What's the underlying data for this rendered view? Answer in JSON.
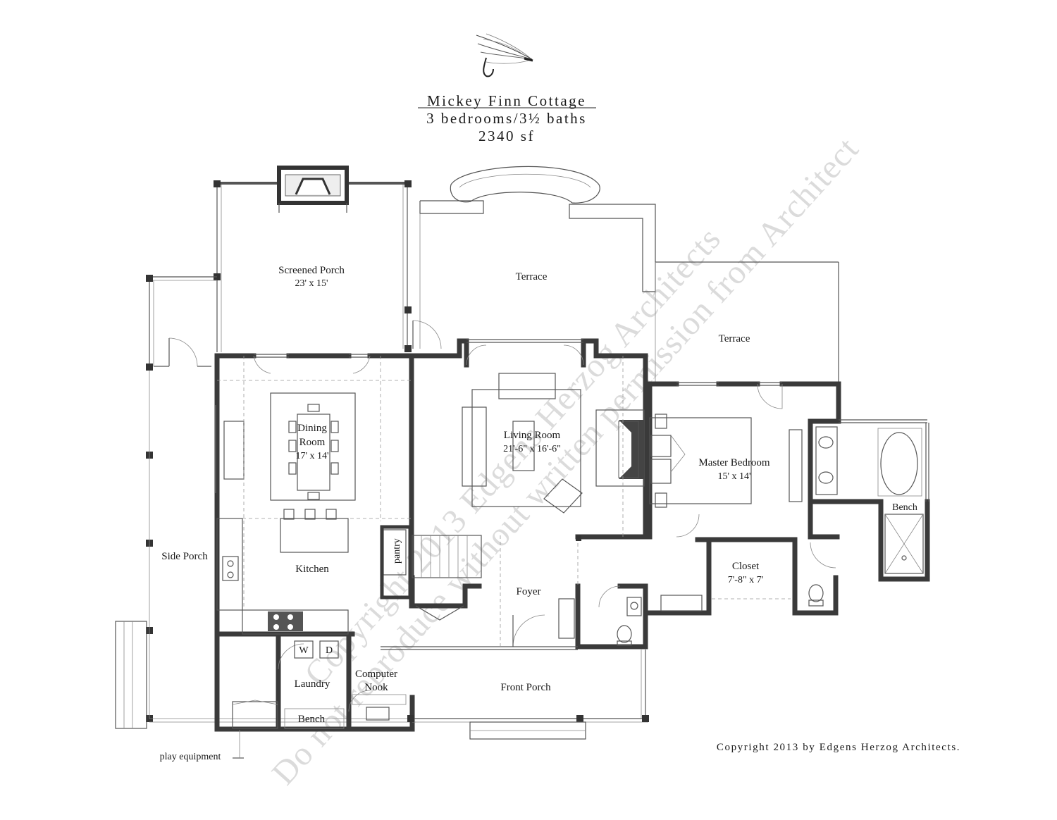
{
  "header": {
    "title": "Mickey Finn Cottage",
    "subtitle": "3 bedrooms/3½ baths",
    "area": "2340 sf"
  },
  "rooms": {
    "screened_porch": {
      "name": "Screened Porch",
      "dims": "23' x 15'"
    },
    "terrace_upper": {
      "name": "Terrace"
    },
    "terrace_right": {
      "name": "Terrace"
    },
    "dining_room": {
      "name_line1": "Dining",
      "name_line2": "Room",
      "dims": "17' x 14'"
    },
    "living_room": {
      "name": "Living Room",
      "dims": "21'-6\" x 16'-6\""
    },
    "master_bedroom": {
      "name": "Master Bedroom",
      "dims": "15' x 14'"
    },
    "bench_bath": {
      "name": "Bench"
    },
    "side_porch": {
      "name": "Side Porch"
    },
    "kitchen": {
      "name": "Kitchen"
    },
    "pantry": {
      "name": "pantry"
    },
    "foyer": {
      "name": "Foyer"
    },
    "closet": {
      "name": "Closet",
      "dims": "7'-8\" x 7'"
    },
    "laundry": {
      "name": "Laundry"
    },
    "computer_nook": {
      "name_line1": "Computer",
      "name_line2": "Nook"
    },
    "front_porch": {
      "name": "Front Porch"
    },
    "bench_laundry": {
      "name": "Bench"
    }
  },
  "appliances": {
    "washer": "W",
    "dryer": "D"
  },
  "annotations": {
    "play_equipment": "play equipment"
  },
  "watermark": {
    "line1": "Copyright 2013 Edgens Herzog Architects",
    "line2": "Do not reproduce without written permission from Architect"
  },
  "footer": {
    "copyright": "Copyright 2013 by Edgens Herzog Architects."
  },
  "logo": {
    "icon": "fishing-fly-icon"
  }
}
